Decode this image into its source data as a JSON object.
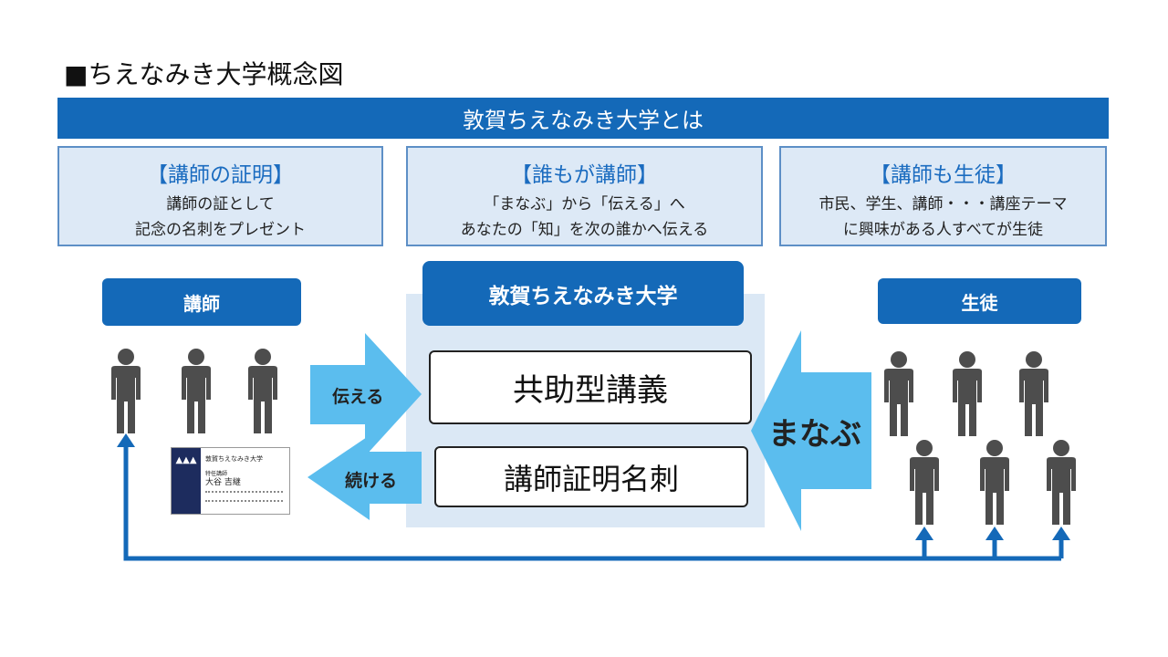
{
  "title": "■ちえなみき大学概念図",
  "banner": "敦賀ちえなみき大学とは",
  "features": [
    {
      "title": "【講師の証明】",
      "lines": [
        "講師の証として",
        "記念の名刺をプレゼント"
      ]
    },
    {
      "title": "【誰もが講師】",
      "lines": [
        "「まなぶ」から「伝える」へ",
        "あなたの「知」を次の誰かへ伝える"
      ]
    },
    {
      "title": "【講師も生徒】",
      "lines": [
        "市民、学生、講師・・・講座テーマ",
        "に興味がある人すべてが生徒"
      ]
    }
  ],
  "teachers_label": "講師",
  "students_label": "生徒",
  "center": {
    "header": "敦賀ちえなみき大学",
    "box1": "共助型講義",
    "box2": "講師証明名刺"
  },
  "arrows": {
    "convey": "伝える",
    "continue": "続ける",
    "learn": "まなぶ"
  },
  "card": {
    "org": "敦賀ちえなみき大学",
    "role": "特任講師",
    "name": "大谷 吉継"
  },
  "colors": {
    "blue": "#1469b8",
    "arrow": "#5bbdee",
    "person": "#4d4d4d",
    "panel": "#dbe8f5"
  }
}
